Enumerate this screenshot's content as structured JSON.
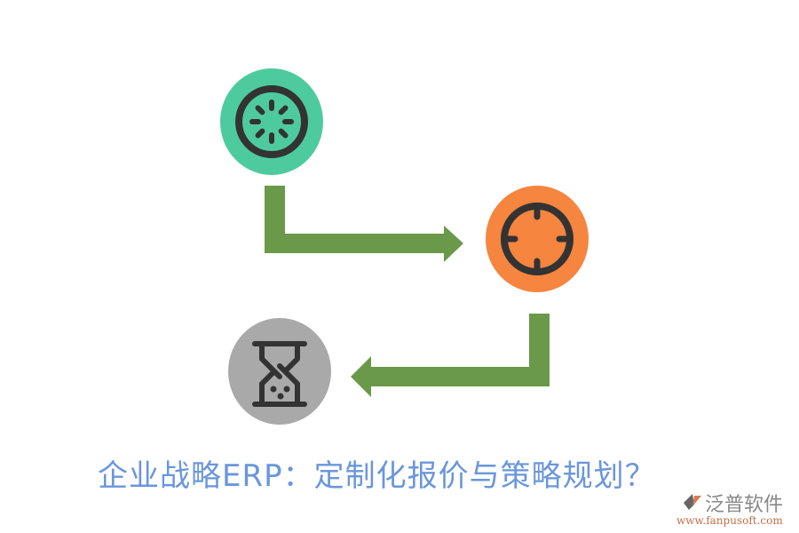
{
  "diagram": {
    "nodes": [
      {
        "id": "node-1",
        "icon": "loading-spinner-icon",
        "color": "#4ecb9e"
      },
      {
        "id": "node-2",
        "icon": "crosshair-target-icon",
        "color": "#f5853f"
      },
      {
        "id": "node-3",
        "icon": "hourglass-icon",
        "color": "#a9a9a9"
      }
    ],
    "arrows": [
      {
        "from": "node-1",
        "to": "node-2",
        "color": "#6a994a"
      },
      {
        "from": "node-2",
        "to": "node-3",
        "color": "#6a994a"
      }
    ],
    "icon_stroke_color": "#333333"
  },
  "title": "企业战略ERP：定制化报价与策略规划？",
  "logo": {
    "name": "泛普软件",
    "url": "www.fanpusoft.com"
  }
}
